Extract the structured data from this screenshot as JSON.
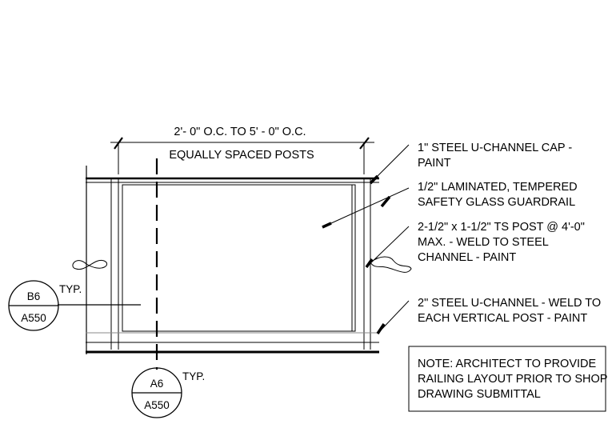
{
  "dimension": {
    "line1": "2'- 0\" O.C. TO 5' - 0\" O.C.",
    "line2": "EQUALLY SPACED POSTS"
  },
  "callouts": [
    {
      "lines": [
        "1\" STEEL U-CHANNEL CAP -",
        "PAINT"
      ]
    },
    {
      "lines": [
        "1/2\" LAMINATED, TEMPERED",
        "SAFETY GLASS GUARDRAIL"
      ]
    },
    {
      "lines": [
        "2-1/2\" x 1-1/2\" TS POST @ 4'-0\"",
        "MAX. - WELD TO STEEL",
        "CHANNEL - PAINT"
      ]
    },
    {
      "lines": [
        "2\" STEEL U-CHANNEL - WELD TO",
        "EACH VERTICAL POST - PAINT"
      ]
    }
  ],
  "note": {
    "lines": [
      "NOTE: ARCHITECT TO PROVIDE",
      "RAILING LAYOUT PRIOR TO SHOP",
      "DRAWING SUBMITTAL"
    ]
  },
  "section_tags": [
    {
      "top": "B6",
      "bottom": "A550",
      "suffix": "TYP."
    },
    {
      "top": "A6",
      "bottom": "A550",
      "suffix": "TYP."
    }
  ]
}
